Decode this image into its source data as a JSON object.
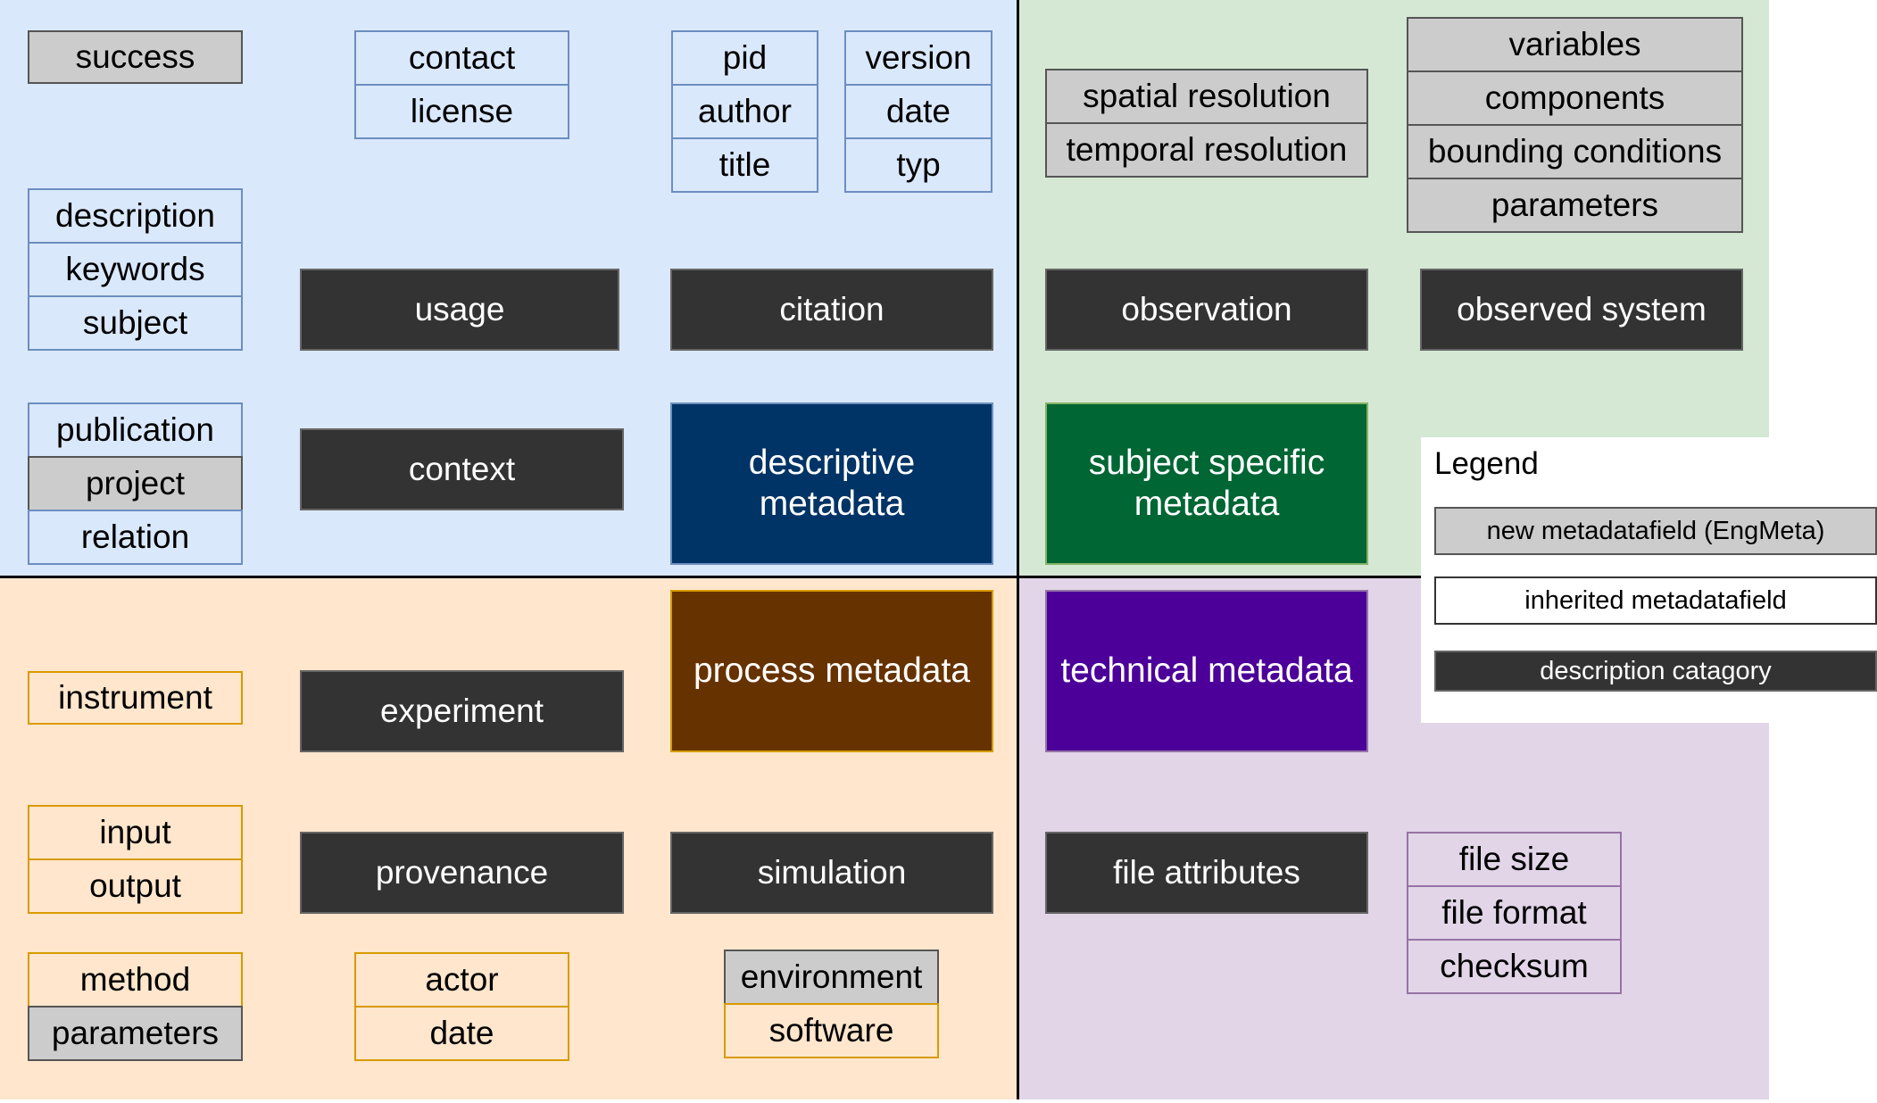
{
  "colors": {
    "descriptive_quadrant": "#dae8fc",
    "subject_quadrant": "#d5e8d4",
    "process_quadrant": "#ffe6cc",
    "technical_quadrant": "#e1d5e7",
    "descriptive_metadata": "#003366",
    "subject_specific_metadata": "#006633",
    "process_metadata": "#663300",
    "technical_metadata": "#4c0099",
    "category": "#333333",
    "new_field": "#cccccc"
  },
  "descriptive": {
    "fields": {
      "success": "success",
      "contact": "contact",
      "license": "license",
      "pid": "pid",
      "author": "author",
      "title": "title",
      "version": "version",
      "date": "date",
      "typ": "typ",
      "description": "description",
      "keywords": "keywords",
      "subject": "subject",
      "publication": "publication",
      "project": "project",
      "relation": "relation"
    },
    "categories": {
      "usage": "usage",
      "citation": "citation",
      "context": "context"
    },
    "main": "descriptive metadata"
  },
  "subject_specific": {
    "fields": {
      "spatial_resolution": "spatial resolution",
      "temporal_resolution": "temporal resolution",
      "variables": "variables",
      "components": "components",
      "bounding_conditions": "bounding conditions",
      "parameters": "parameters"
    },
    "categories": {
      "observation": "observation",
      "observed_system": "observed system"
    },
    "main": "subject specific metadata"
  },
  "process": {
    "fields": {
      "instrument": "instrument",
      "input": "input",
      "output": "output",
      "method": "method",
      "parameters": "parameters",
      "actor": "actor",
      "date": "date",
      "environment": "environment",
      "software": "software"
    },
    "categories": {
      "experiment": "experiment",
      "provenance": "provenance",
      "simulation": "simulation"
    },
    "main": "process metadata"
  },
  "technical": {
    "fields": {
      "file_size": "file size",
      "file_format": "file format",
      "checksum": "checksum"
    },
    "categories": {
      "file_attributes": "file attributes"
    },
    "main": "technical metadata"
  },
  "legend": {
    "title": "Legend",
    "new_field": "new metadatafield (EngMeta)",
    "inherited_field": "inherited metadatafield",
    "category": "description catagory"
  }
}
